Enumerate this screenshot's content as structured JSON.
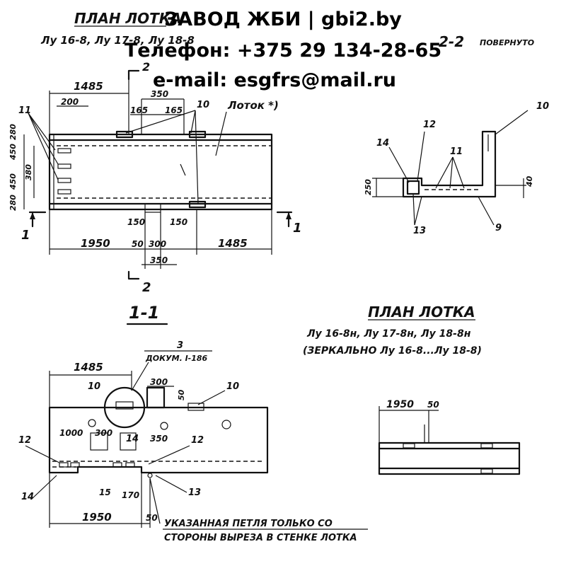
{
  "watermark": {
    "line1": "ЗАВОД ЖБИ | gbi2.by",
    "line2": "Телефон: +375 29 134-28-65",
    "line3": "e-mail: esgfrs@mail.ru"
  },
  "plan_top": {
    "title": "ПЛАН ЛОТКА",
    "subtitle": "Лу 16-8, Лу 17-8, Лу 18-8",
    "dims": {
      "d1485": "1485",
      "d200": "200",
      "d350": "350",
      "d165a": "165",
      "d165b": "165",
      "d1950": "1950",
      "d50": "50",
      "d300": "300",
      "d350b": "350",
      "d1485b": "1485",
      "d150a": "150",
      "d150b": "150",
      "v280a": "280",
      "v450a": "450",
      "v380": "380",
      "v450b": "450",
      "v280b": "280"
    },
    "callouts": {
      "c11": "11",
      "c10": "10",
      "lotok": "Лоток *)"
    },
    "section_marks": {
      "s2top": "2",
      "s2bottom": "2",
      "s1left": "1",
      "s1right": "1"
    }
  },
  "section22": {
    "title": "2-2",
    "note": "ПОВЕРНУТО",
    "callouts": {
      "c10": "10",
      "c14": "14",
      "c12": "12",
      "c11": "11",
      "c13": "13",
      "c9": "9"
    },
    "dims": {
      "h250": "250",
      "h40": "40"
    }
  },
  "section11": {
    "title": "1-1",
    "ref_num": "3",
    "ref_doc": "ДОКУМ. I-186",
    "dims": {
      "d1485": "1485",
      "d300": "300",
      "d50": "50",
      "d1000": "1000",
      "d300b": "300",
      "d350": "350",
      "d1950": "1950",
      "d50b": "50",
      "d15": "15",
      "d170": "170"
    },
    "callouts": {
      "c10a": "10",
      "c10b": "10",
      "c12a": "12",
      "c12b": "12",
      "c14a": "14",
      "c14b": "14",
      "c13": "13"
    },
    "note_line1": "УКАЗАННАЯ ПЕТЛЯ ТОЛЬКО СО",
    "note_line2": "СТОРОНЫ ВЫРЕЗА В СТЕНКЕ ЛОТКА"
  },
  "plan_mirror": {
    "title": "ПЛАН ЛОТКА",
    "subtitle": "Лу 16-8н, Лу 17-8н, Лу 18-8н",
    "note": "(ЗЕРКАЛЬНО Лу 16-8...Лу 18-8)",
    "dims": {
      "d1950": "1950",
      "d50": "50"
    }
  }
}
